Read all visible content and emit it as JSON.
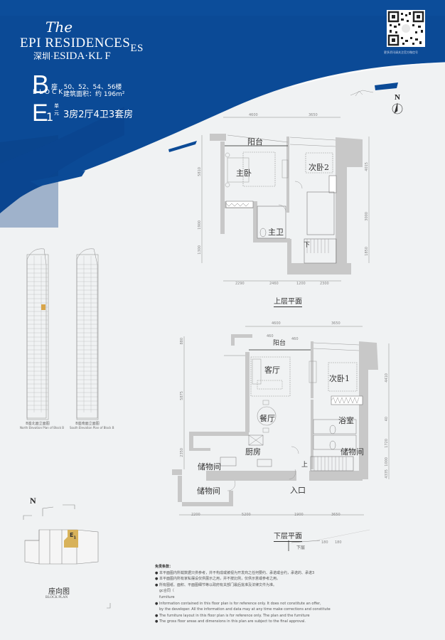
{
  "header": {
    "the": "The",
    "project_name": "EPI RESIDENCES",
    "project_name_overlap": "ES",
    "subtitle_cn": "深圳·",
    "subtitle_en": "ESIDA·KL F",
    "block_letter": "B",
    "block_label_en": "BLOCK",
    "block_cn": "座",
    "floors": "50、52、54、56楼",
    "area_label": "建筑面积：约 196m²",
    "unit_letter": "E",
    "unit_number": "1",
    "unit_cn": "单元",
    "layout": "3房2厅4卫3套房",
    "qr_caption": "更多资讯请关注官方微信号"
  },
  "colors": {
    "brand_blue": "#0b4a96",
    "brand_blue_dark": "#083c80",
    "wall_gray": "#c8c8c8",
    "highlight_gold": "#d8b25a",
    "background": "#f3f5f6"
  },
  "upper_plan": {
    "title": "上层平面",
    "rooms": [
      "阳台",
      "主卧",
      "次卧2",
      "主卫",
      "下"
    ],
    "dims_top": [
      "4600",
      "3650"
    ],
    "dims_bottom": [
      "2290",
      "2460",
      "1200",
      "2300"
    ],
    "dims_left": [
      "5810",
      "1900",
      "1300"
    ],
    "dims_right": [
      "4015",
      "3000",
      "1850"
    ]
  },
  "lower_plan": {
    "title": "下层平面",
    "rooms": [
      "阳台",
      "客厅",
      "次卧1",
      "餐厅",
      "浴室",
      "厨房",
      "储物间",
      "储物间",
      "储物间",
      "入口",
      "上"
    ],
    "dims_top": [
      "4600",
      "3650"
    ],
    "dims_inner": [
      "460",
      "460"
    ],
    "dims_bottom": [
      "2200",
      "5200",
      "1900",
      "3650"
    ],
    "dims_left": [
      "880",
      "5875",
      "2350"
    ],
    "dims_right": [
      "4410",
      "40",
      "1720",
      "1000",
      "4335"
    ],
    "note_label": "下层",
    "note_dims": [
      "180",
      "180"
    ]
  },
  "elevations": {
    "north_cn": "B座北面立面图",
    "north_en": "North Elevation Plan of Block B",
    "south_cn": "B座南面立面图",
    "south_en": "South Elevation Plan of Block B"
  },
  "block_plan": {
    "north": "N",
    "unit_tag": "E",
    "unit_tag_sub": "1",
    "caption_cn": "座向图",
    "caption_en": "BLOCK PLAN"
  },
  "compass": {
    "label": "N"
  },
  "disclaimer": {
    "heading": "免责条款：",
    "items_cn": [
      "本平面图内所载数据只供参考，并不构成或被视为开发商之任何要约、承诺或合约，承诺的、承诺3",
      "本平面图内所有家私摆设仅供展示之用，并不按比例，仅供示意或参考之用。",
      "所有图纸、面积、平面图细节等以政府有关部门最后批准及法律文件为准。"
    ],
    "sub_cn": "gc合同（",
    "sub_en": "furniture",
    "items_en": [
      "Information contained in this floor plan is for reference only. It does not constitute an offer,",
      "by the developer. All the information and data may at any time make corrections and constitute",
      "The furniture layout in this floor plan is for reference only. The plan and the furniture",
      "The gross floor areas and dimensions in this plan are subject to the final approval."
    ]
  }
}
